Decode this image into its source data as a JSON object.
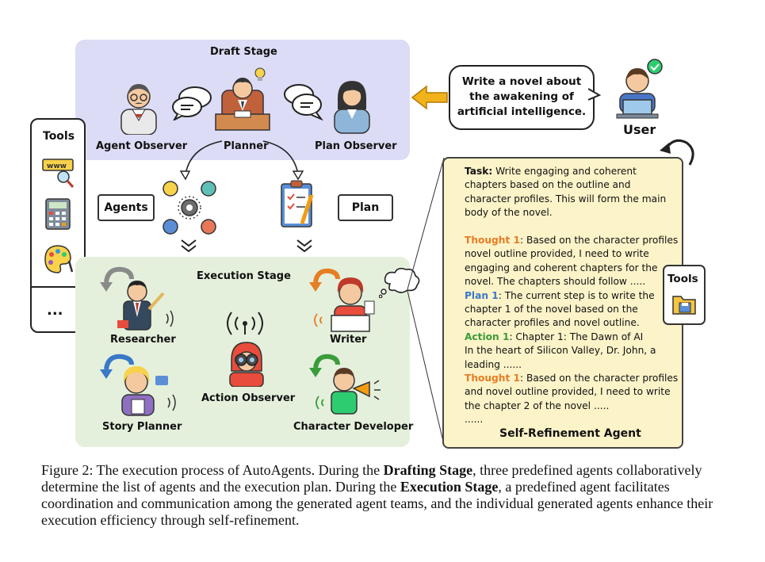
{
  "draft_stage": {
    "title": "Draft Stage",
    "agents": [
      "Agent Observer",
      "Planner",
      "Plan Observer"
    ]
  },
  "tools": {
    "title": "Tools",
    "items": [
      "www-search-icon",
      "calculator-icon",
      "palette-icon"
    ],
    "more": "..."
  },
  "agents_box": "Agents",
  "plan_box": "Plan",
  "user": {
    "label": "User",
    "request_lines": [
      "Write a novel about",
      "the awakening of",
      "artificial intelligence."
    ]
  },
  "execution_stage": {
    "title": "Execution Stage",
    "agents": [
      "Researcher",
      "Writer",
      "Action Observer",
      "Story Planner",
      "Character Developer"
    ]
  },
  "self_refinement": {
    "title": "Self-Refinement Agent",
    "tools_label": "Tools",
    "task_label": "Task:",
    "task_lines": [
      " Write engaging and coherent",
      "chapters based on the outline and",
      "character profiles. This will form the main",
      "body of the novel."
    ],
    "thought1_label": "Thought 1",
    "thought1_lines": [
      ": Based on the character profiles",
      "novel outline provided, I need to write",
      "engaging and coherent chapters for the",
      "novel. The chapters should follow ....."
    ],
    "plan1_label": "Plan 1",
    "plan1_lines": [
      ":  The current step is to write the",
      "chapter 1 of the novel based on the",
      "character profiles and novel outline."
    ],
    "action1_label": "Action 1",
    "action1_lines": [
      ": Chapter 1: The Dawn of AI",
      "In the heart of Silicon Valley, Dr. John, a",
      "leading ......"
    ],
    "thought1b_label": "Thought 1",
    "thought1b_lines": [
      ": Based on the character profiles",
      "and novel outline provided, I need to write",
      "the chapter 2 of the novel  ....."
    ],
    "ellipsis": "......"
  },
  "caption": {
    "p1": "Figure 2: The execution process of AutoAgents. During the ",
    "b1": "Drafting Stage",
    "p2": ", three predefined agents collaboratively determine the list of agents and the execution plan. During the ",
    "b2": "Execution Stage",
    "p3": ", a predefined agent facilitates coordination and communication among the generated agent teams, and the individual generated agents enhance their execution efficiency through self-refinement."
  },
  "colors": {
    "draft_bg": "#dcdcf6",
    "exec_bg": "#e4f0dc",
    "sra_bg": "#fcf3c8",
    "thought": "#e87c24",
    "plan": "#3a78c8",
    "action": "#3a9c3a",
    "arrow": "#f2b21c"
  }
}
